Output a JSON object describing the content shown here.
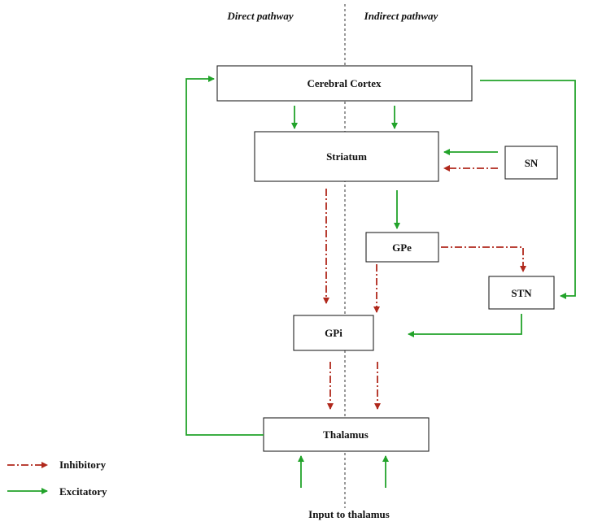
{
  "headers": {
    "direct": "Direct pathway",
    "indirect": "Indirect pathway"
  },
  "nodes": {
    "cortex": "Cerebral Cortex",
    "striatum": "Striatum",
    "sn": "SN",
    "gpe": "GPe",
    "stn": "STN",
    "gpi": "GPi",
    "thalamus": "Thalamus"
  },
  "input_label": "Input to thalamus",
  "legend": {
    "inhibitory": "Inhibitory",
    "excitatory": "Excitatory"
  },
  "colors": {
    "excitatory": "#22a32a",
    "inhibitory": "#b0281c"
  }
}
